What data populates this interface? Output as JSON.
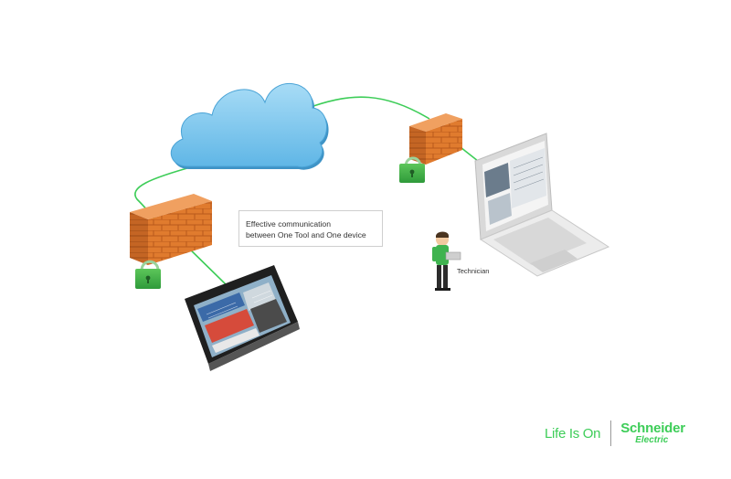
{
  "callout": {
    "line1": "Effective communication",
    "line2": "between One Tool and One device"
  },
  "technician": {
    "label": "Technician"
  },
  "branding": {
    "tagline": "Life Is On",
    "logo_line1": "Schneider",
    "logo_line2": "Electric"
  },
  "colors": {
    "link": "#3dcd58",
    "cloud": "#7fc9ef",
    "firewall": "#e07b2e",
    "lock": "#3db54a",
    "brand": "#3dcd58"
  },
  "icons": [
    "cloud-icon",
    "firewall-icon",
    "padlock-icon",
    "hmi-panel-icon",
    "laptop-icon",
    "technician-icon",
    "schneider-logo-icon"
  ]
}
